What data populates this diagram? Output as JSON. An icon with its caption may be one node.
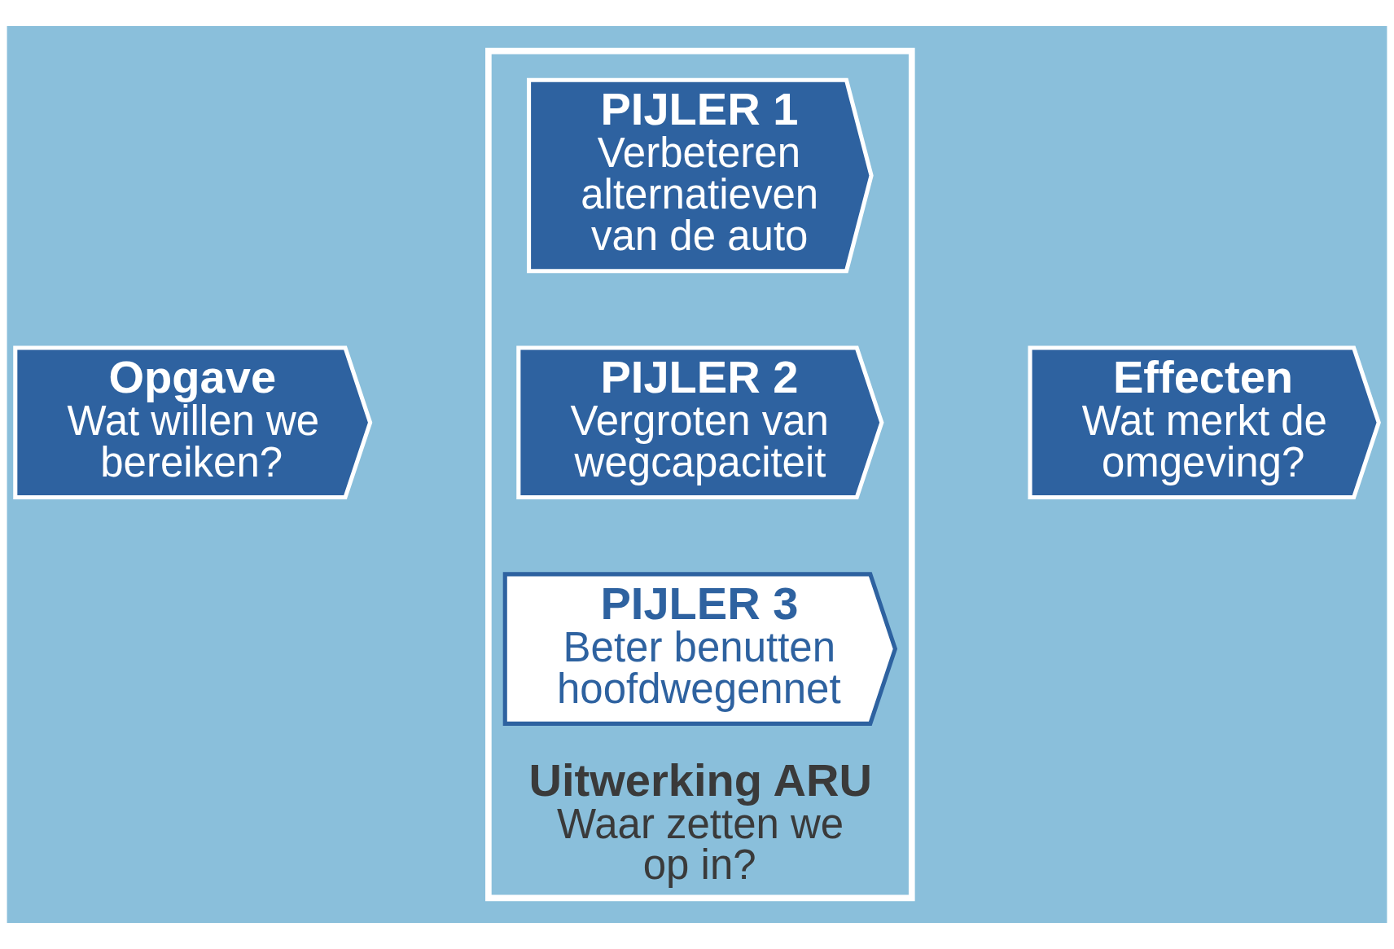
{
  "diagram": {
    "nodes": [
      {
        "text": [
          "Opgave",
          "Wat willen we bereiken?"
        ]
      },
      {
        "text": [
          "Uitwerking ARU",
          "Waar zetten we op in?"
        ]
      },
      {
        "text": [
          "PIJLER 1",
          "Verbeteren alternatieven van de auto"
        ],
        "in": 1
      },
      {
        "text": [
          "PIJLER 2",
          "Vergroten van wegcapaciteit"
        ],
        "in": 1
      },
      {
        "text": [
          "PIJLER 3",
          "Beter benutten hoofdwegennet"
        ],
        "in": 1
      },
      {
        "text": [
          "Effecten",
          "Wat merkt de omgeving?"
        ]
      }
    ]
  }
}
